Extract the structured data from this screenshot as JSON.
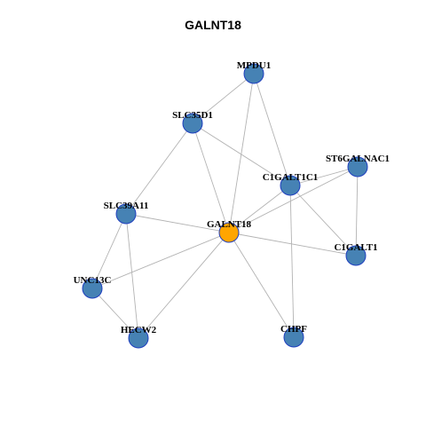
{
  "title": "GALNT18",
  "colors": {
    "node_default": "#4682b4",
    "node_center": "#ffa500",
    "node_border": "#1f3fbf",
    "edge": "#b3b3b3"
  },
  "nodes": [
    {
      "id": "MPDU1",
      "label": "MPDU1",
      "type": "default"
    },
    {
      "id": "SLC35D1",
      "label": "SLC35D1",
      "type": "default"
    },
    {
      "id": "ST6GALNAC1",
      "label": "ST6GALNAC1",
      "type": "default"
    },
    {
      "id": "C1GALT1C1",
      "label": "C1GALT1C1",
      "type": "default"
    },
    {
      "id": "SLC39A11",
      "label": "SLC39A11",
      "type": "default"
    },
    {
      "id": "GALNT18",
      "label": "GALNT18",
      "type": "center"
    },
    {
      "id": "C1GALT1",
      "label": "C1GALT1",
      "type": "default"
    },
    {
      "id": "UNC13C",
      "label": "UNC13C",
      "type": "default"
    },
    {
      "id": "HECW2",
      "label": "HECW2",
      "type": "default"
    },
    {
      "id": "CHPF",
      "label": "CHPF",
      "type": "default"
    }
  ],
  "edges": [
    [
      "MPDU1",
      "SLC35D1"
    ],
    [
      "MPDU1",
      "GALNT18"
    ],
    [
      "MPDU1",
      "C1GALT1C1"
    ],
    [
      "SLC35D1",
      "C1GALT1C1"
    ],
    [
      "SLC35D1",
      "GALNT18"
    ],
    [
      "SLC35D1",
      "SLC39A11"
    ],
    [
      "ST6GALNAC1",
      "C1GALT1C1"
    ],
    [
      "ST6GALNAC1",
      "GALNT18"
    ],
    [
      "ST6GALNAC1",
      "C1GALT1"
    ],
    [
      "C1GALT1C1",
      "GALNT18"
    ],
    [
      "C1GALT1C1",
      "C1GALT1"
    ],
    [
      "C1GALT1C1",
      "CHPF"
    ],
    [
      "SLC39A11",
      "GALNT18"
    ],
    [
      "SLC39A11",
      "UNC13C"
    ],
    [
      "SLC39A11",
      "HECW2"
    ],
    [
      "GALNT18",
      "C1GALT1"
    ],
    [
      "GALNT18",
      "UNC13C"
    ],
    [
      "GALNT18",
      "HECW2"
    ],
    [
      "GALNT18",
      "CHPF"
    ],
    [
      "UNC13C",
      "HECW2"
    ]
  ]
}
